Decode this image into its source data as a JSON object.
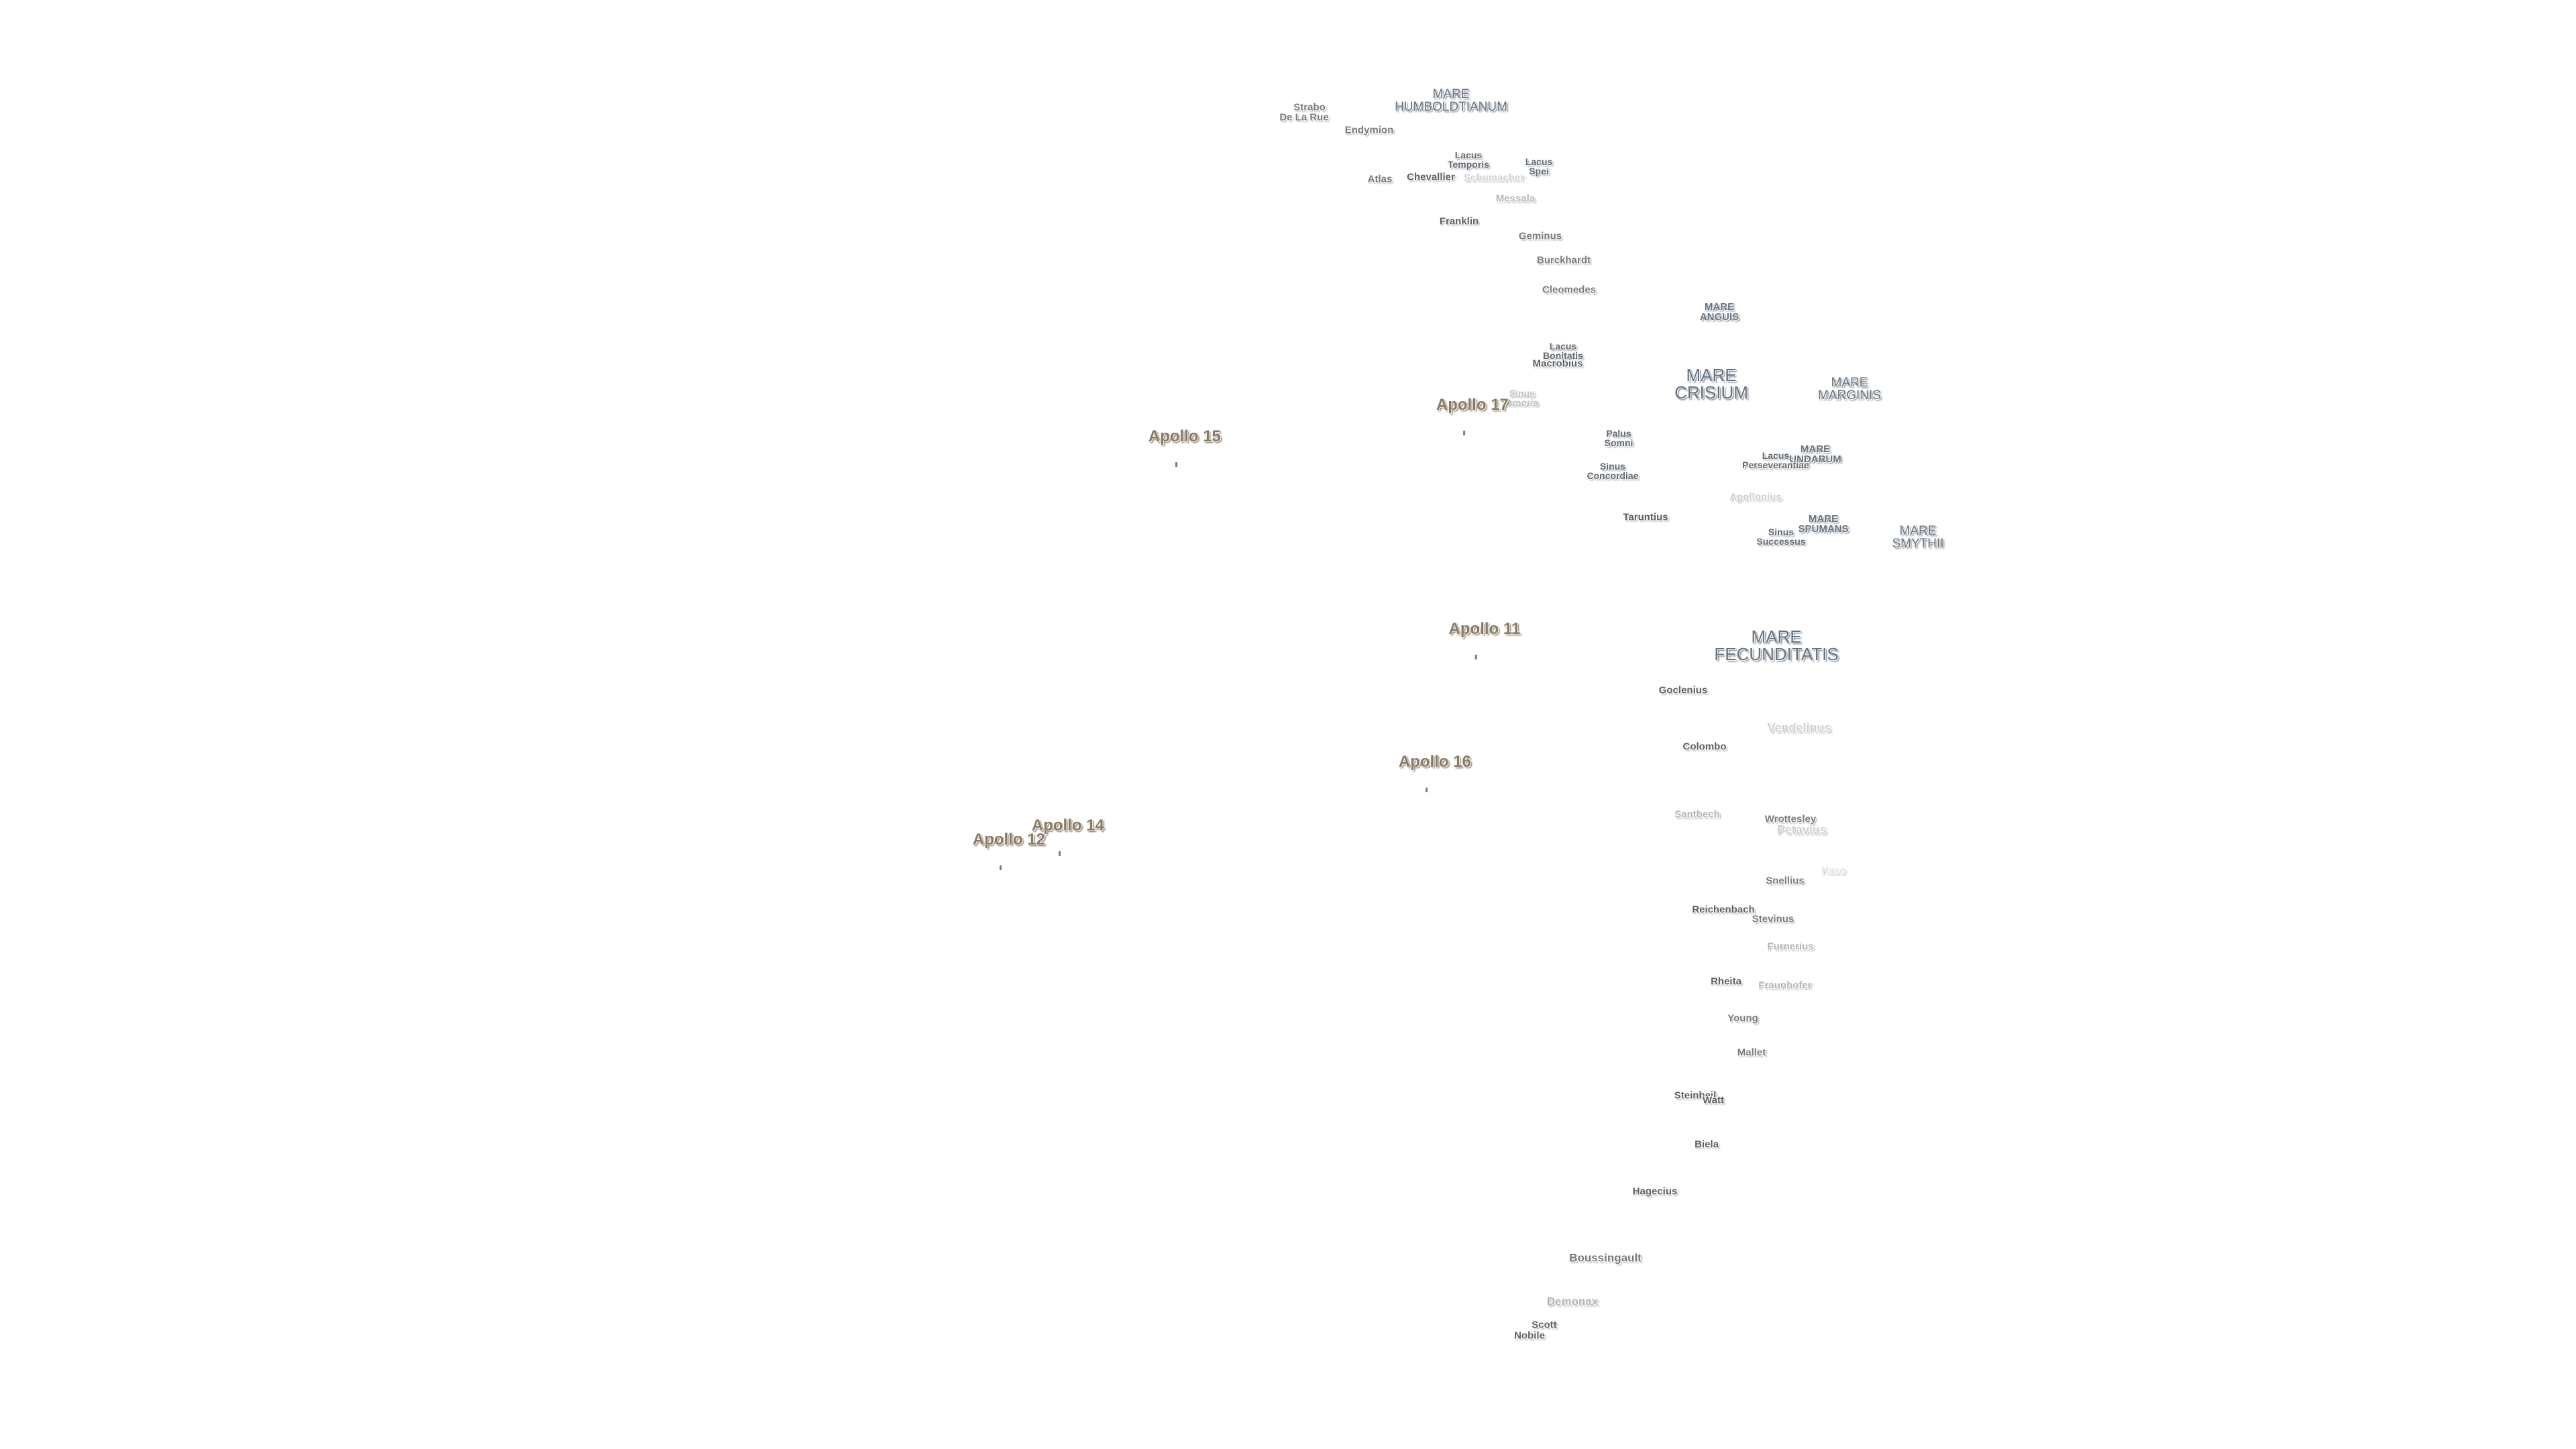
{
  "apollo_sites": {
    "a15": "Apollo 15",
    "a17": "Apollo 17",
    "a11": "Apollo 11",
    "a16": "Apollo 16",
    "a14": "Apollo 14",
    "a12": "Apollo 12"
  },
  "maria": {
    "humboldtianum": "MARE\nHUMBOLDTIANUM",
    "anguis": "MARE\nANGUIS",
    "crisium": "MARE\nCRISIUM",
    "marginis": "MARE\nMARGINIS",
    "undarum": "MARE\nUNDARUM",
    "spumans": "MARE\nSPUMANS",
    "smythii": "MARE\nSMYTHII",
    "fecunditatis": "MARE\nFECUNDITATIS"
  },
  "lakes_bays": {
    "lacus_temporis": "Lacus\nTemporis",
    "lacus_spei": "Lacus\nSpei",
    "lacus_bonitatis": "Lacus\nBonitatis",
    "sinus_amoris": "Sinus\nAmoris",
    "palus_somni": "Palus\nSomni",
    "sinus_concordiae": "Sinus\nConcordiae",
    "lacus_perseverantiae": "Lacus\nPerseverantiae",
    "sinus_successus": "Sinus\nSuccessus"
  },
  "craters": {
    "strabo": "Strabo",
    "de_la_rue": "De La Rue",
    "endymion": "Endymion",
    "atlas": "Atlas",
    "chevallier": "Chevallier",
    "schumacher": "Schumacher",
    "messala": "Messala",
    "franklin": "Franklin",
    "geminus": "Geminus",
    "burckhardt": "Burckhardt",
    "cleomedes": "Cleomedes",
    "macrobius": "Macrobius",
    "apollonius": "Apollonius",
    "taruntius": "Taruntius",
    "goclenius": "Goclenius",
    "vendelinus": "Vendelinus",
    "colombo": "Colombo",
    "santbech": "Santbech",
    "wrottesley": "Wrottesley",
    "petavius": "Petavius",
    "hase": "Hase",
    "snellius": "Snellius",
    "reichenbach": "Reichenbach",
    "stevinus": "Stevinus",
    "furnerius": "Furnerius",
    "rheita": "Rheita",
    "fraunhofer": "Fraunhofer",
    "young": "Young",
    "mallet": "Mallet",
    "steinheil": "Steinheil",
    "watt": "Watt",
    "biela": "Biela",
    "hagecius": "Hagecius",
    "boussingault": "Boussingault",
    "demonax": "Demonax",
    "scott": "Scott",
    "nobile": "Nobile"
  }
}
